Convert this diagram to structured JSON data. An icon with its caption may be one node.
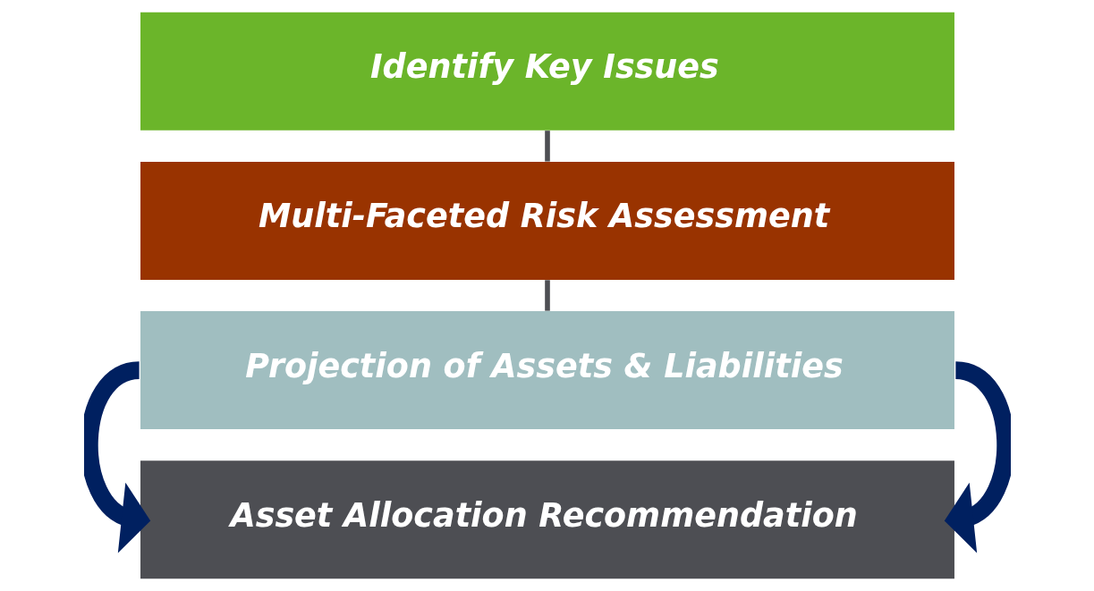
{
  "diagram": {
    "nodes": [
      {
        "text": [
          "Identify Key Issues"
        ]
      },
      {
        "text": [
          "Multi-Faceted Risk Assessment"
        ]
      },
      {
        "text": [
          "Projection of Assets & Liabilities"
        ]
      },
      {
        "text": [
          "Asset Allocation Recommendation"
        ]
      }
    ],
    "edges": [
      {
        "from": 0,
        "to": 1,
        "arrow": "none",
        "color": "#4d4e53"
      },
      {
        "from": 1,
        "to": 2,
        "arrow": "none",
        "color": "#4d4e53"
      },
      {
        "from": 2,
        "to": 3,
        "arrow": "to",
        "style": "thick",
        "color": "#002060"
      },
      {
        "from": 2,
        "to": 3,
        "arrow": "to",
        "style": "thick",
        "color": "#002060"
      }
    ]
  }
}
